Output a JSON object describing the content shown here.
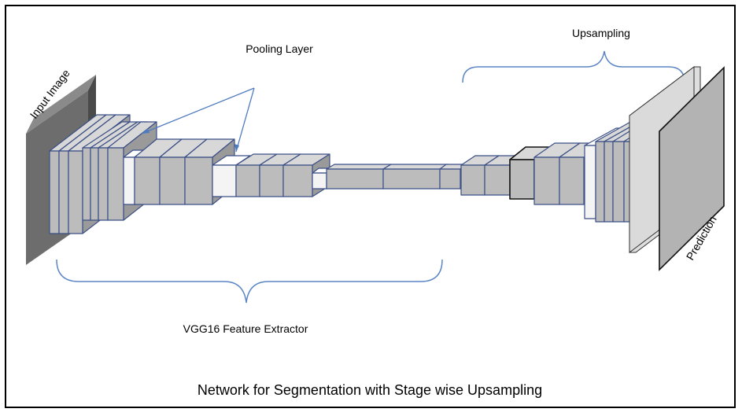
{
  "labels": {
    "input": "Input Image",
    "pooling": "Pooling Layer",
    "upsampling": "Upsampling",
    "extractor": "VGG16 Feature Extractor",
    "prediction": "Prediction",
    "caption": "Network for Segmentation with Stage wise Upsampling"
  },
  "colors": {
    "input_slab": "#6d6d6d",
    "conv_face": "#bcbcbc",
    "conv_top": "#d8d8d8",
    "conv_side": "#9a9a9a",
    "conv_edge": "#3b4f86",
    "pool_face": "#f4f4f4",
    "brace": "#5b86c5",
    "pointer": "#4f7bbf",
    "prediction_face": "#b3b3b3"
  }
}
